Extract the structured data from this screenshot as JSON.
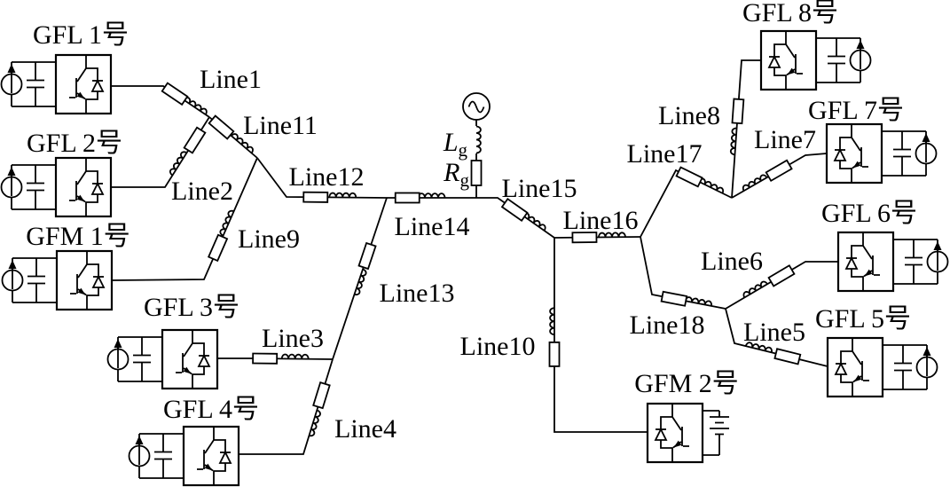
{
  "diagram": {
    "background_color": "#ffffff",
    "stroke_color": "#000000",
    "converters": [
      {
        "id": "gfl1",
        "label": "GFL 1号",
        "type": "grid-following"
      },
      {
        "id": "gfl2",
        "label": "GFL 2号",
        "type": "grid-following"
      },
      {
        "id": "gfm1",
        "label": "GFM 1号",
        "type": "grid-forming"
      },
      {
        "id": "gfl3",
        "label": "GFL 3号",
        "type": "grid-following"
      },
      {
        "id": "gfl4",
        "label": "GFL 4号",
        "type": "grid-following"
      },
      {
        "id": "gfl5",
        "label": "GFL 5号",
        "type": "grid-following"
      },
      {
        "id": "gfl6",
        "label": "GFL 6号",
        "type": "grid-following"
      },
      {
        "id": "gfl7",
        "label": "GFL 7号",
        "type": "grid-following"
      },
      {
        "id": "gfl8",
        "label": "GFL 8号",
        "type": "grid-following"
      },
      {
        "id": "gfm2",
        "label": "GFM 2号",
        "type": "grid-forming"
      }
    ],
    "lines": [
      {
        "id": "line1",
        "label": "Line1"
      },
      {
        "id": "line2",
        "label": "Line2"
      },
      {
        "id": "line3",
        "label": "Line3"
      },
      {
        "id": "line4",
        "label": "Line4"
      },
      {
        "id": "line5",
        "label": "Line5"
      },
      {
        "id": "line6",
        "label": "Line6"
      },
      {
        "id": "line7",
        "label": "Line7"
      },
      {
        "id": "line8",
        "label": "Line8"
      },
      {
        "id": "line9",
        "label": "Line9"
      },
      {
        "id": "line10",
        "label": "Line10"
      },
      {
        "id": "line11",
        "label": "Line11"
      },
      {
        "id": "line12",
        "label": "Line12"
      },
      {
        "id": "line13",
        "label": "Line13"
      },
      {
        "id": "line14",
        "label": "Line14"
      },
      {
        "id": "line15",
        "label": "Line15"
      },
      {
        "id": "line16",
        "label": "Line16"
      },
      {
        "id": "line17",
        "label": "Line17"
      },
      {
        "id": "line18",
        "label": "Line18"
      }
    ],
    "grid_source": {
      "inductor": {
        "main": "L",
        "sub": "g"
      },
      "resistor": {
        "main": "R",
        "sub": "g"
      }
    },
    "icons": {
      "ac_source": "circle-with-sine-wave",
      "current_source": "circle-with-up-arrow",
      "capacitor": "parallel-plates",
      "battery": "dc-battery-plates",
      "line_resistor": "rectangle",
      "line_inductor": "coil-bumps",
      "converter": "igbt-with-antiparallel-diode"
    }
  }
}
